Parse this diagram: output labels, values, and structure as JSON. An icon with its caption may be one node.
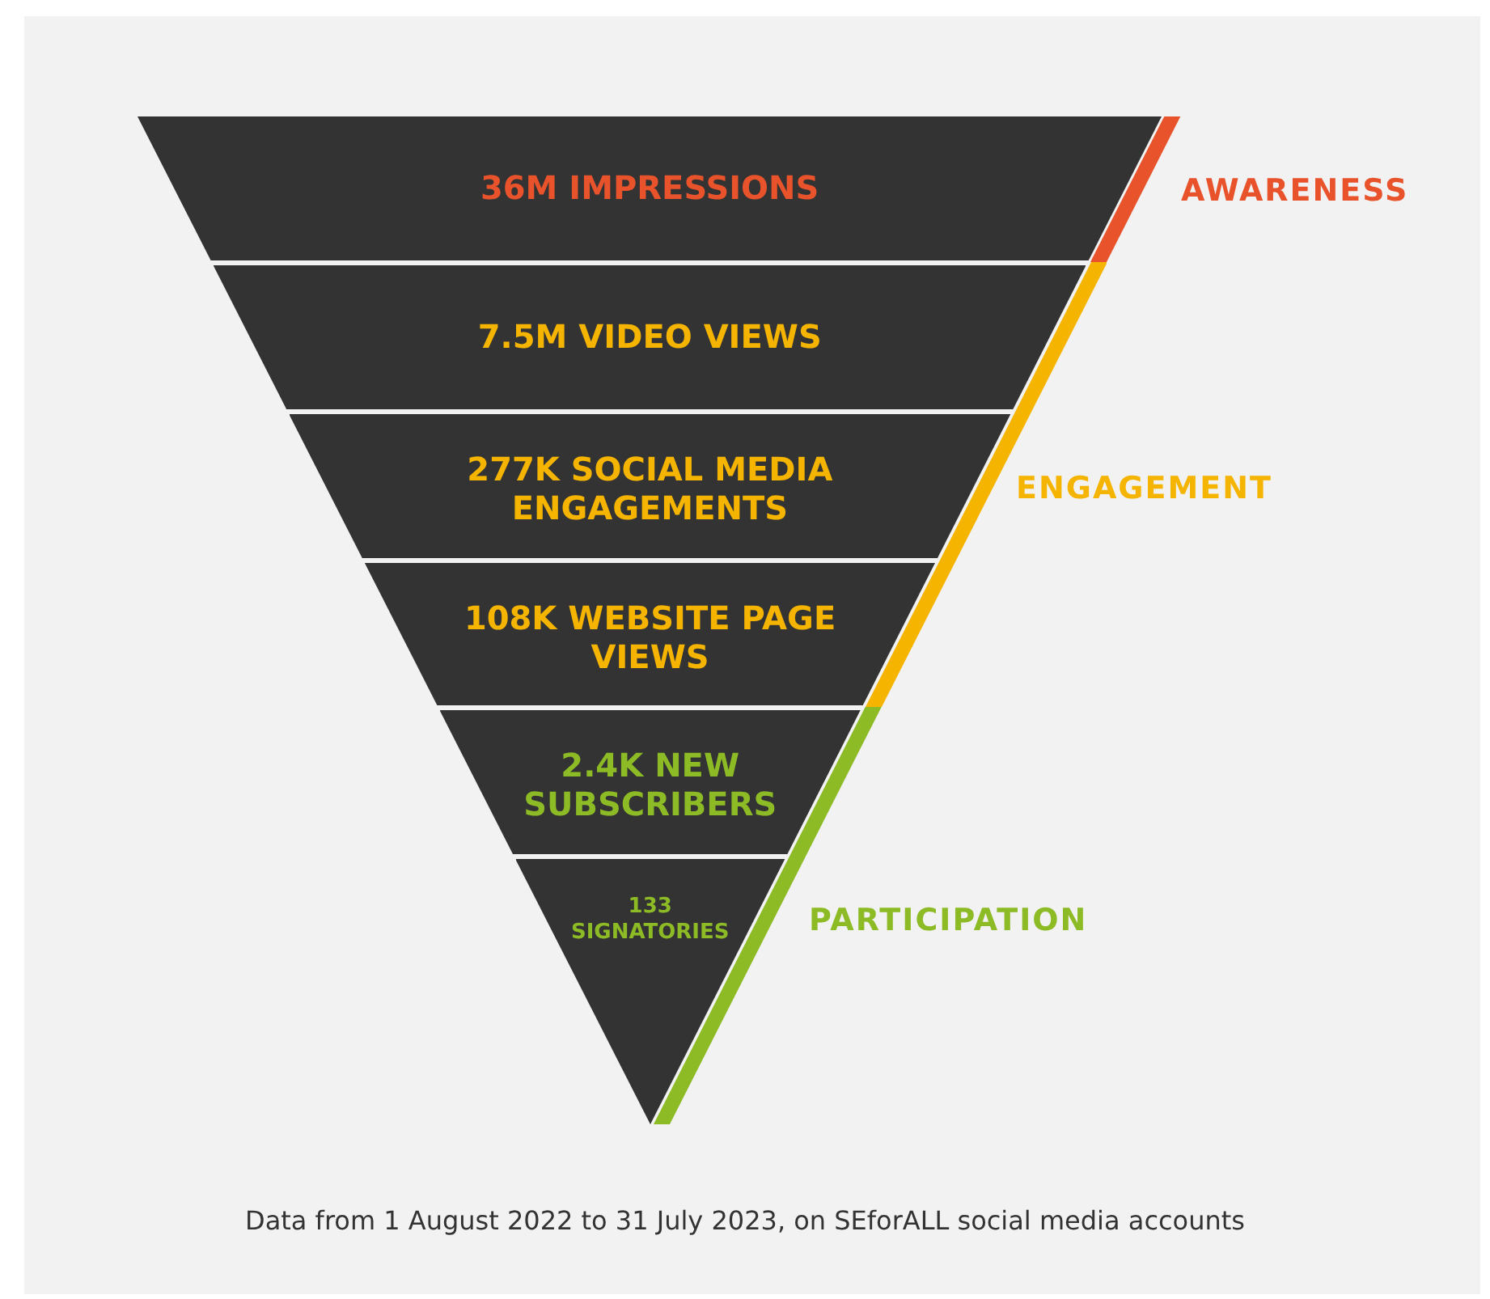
{
  "diagram": {
    "caption": "Data from 1 August 2022 to 31 July 2023, on SEforALL social media accounts",
    "nodes": [
      {
        "text": [
          "36M IMPRESSIONS"
        ]
      },
      {
        "text": [
          "7.5M VIDEO VIEWS"
        ]
      },
      {
        "text": [
          "277K SOCIAL MEDIA ENGAGEMENTS"
        ]
      },
      {
        "text": [
          "108K WEBSITE PAGE VIEWS"
        ]
      },
      {
        "text": [
          "2.4K NEW SUBSCRIBERS"
        ]
      },
      {
        "text": [
          "133 SIGNATORIES"
        ]
      },
      {
        "text": [
          "AWARENESS"
        ]
      },
      {
        "text": [
          "ENGAGEMENT"
        ]
      },
      {
        "text": [
          "PARTICIPATION"
        ]
      }
    ],
    "edges": []
  }
}
